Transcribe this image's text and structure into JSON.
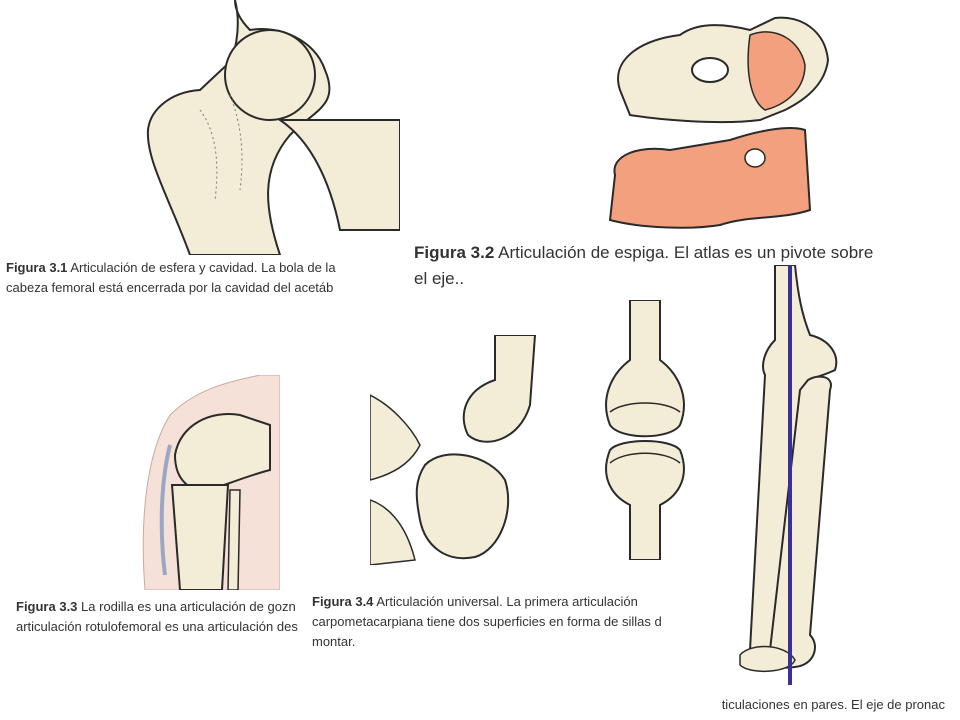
{
  "colors": {
    "bone": "#f3ecd7",
    "bone_outline": "#2a2a2a",
    "highlight_bone": "#f2a07d",
    "skin": "#f6e1d8",
    "axis_line": "#3b2f9a",
    "caption_text": "#333333"
  },
  "figures": [
    {
      "id": "3.1",
      "label": "Figura 3.1",
      "line1": "Articulación de esfera y cavidad. La bola de la",
      "line2": "cabeza femoral está encerrada por la cavidad del acetáb"
    },
    {
      "id": "3.2",
      "label": "Figura 3.2",
      "line1": "Articulación de espiga. El atlas es un pivote sobre",
      "line2": "el eje.."
    },
    {
      "id": "3.3",
      "label": "Figura 3.3",
      "line1": "La rodilla es una articulación de gozn",
      "line2": "articulación rotulofemoral es una articulación des"
    },
    {
      "id": "3.4",
      "label": "Figura 3.4",
      "line1": "Articulación universal. La primera articulación",
      "line2": "carpometacarpiana tiene dos superficies en forma de sillas d",
      "line3": "montar."
    },
    {
      "id": "3.6",
      "line1": "ticulaciones en pares. El eje de pronac"
    }
  ]
}
